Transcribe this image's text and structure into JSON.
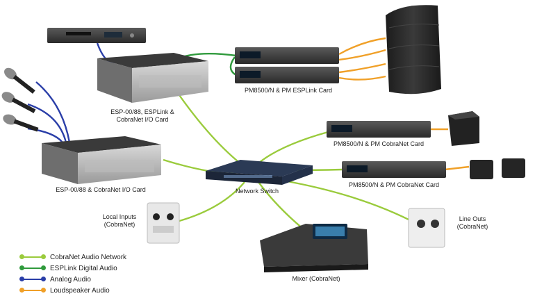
{
  "colors": {
    "cobranet": "#9acb3c",
    "esplink": "#2f9a3c",
    "analog": "#2a3ea8",
    "loudspeaker": "#f0a028"
  },
  "labels": {
    "esp_top": "ESP-00/88, ESPLink &",
    "esp_top_2": "CobraNet I/O Card",
    "esp_bottom": "ESP-00/88 & CobraNet I/O Card",
    "pm_esplink": "PM8500/N & PM ESPLink Card",
    "pm_cobranet_1": "PM8500/N & PM CobraNet Card",
    "pm_cobranet_2": "PM8500/N & PM CobraNet Card",
    "switch": "Network Switch",
    "local_inputs": "Local Inputs",
    "local_inputs_2": "(CobraNet)",
    "line_outs": "Line Outs",
    "line_outs_2": "(CobraNet)",
    "mixer": "Mixer (CobraNet)"
  },
  "legend": [
    {
      "label": "CobraNet Audio Network",
      "color": "#9acb3c"
    },
    {
      "label": "ESPLink Digital Audio",
      "color": "#2f9a3c"
    },
    {
      "label": "Analog Audio",
      "color": "#2a3ea8"
    },
    {
      "label": "Loudspeaker Audio",
      "color": "#f0a028"
    }
  ]
}
